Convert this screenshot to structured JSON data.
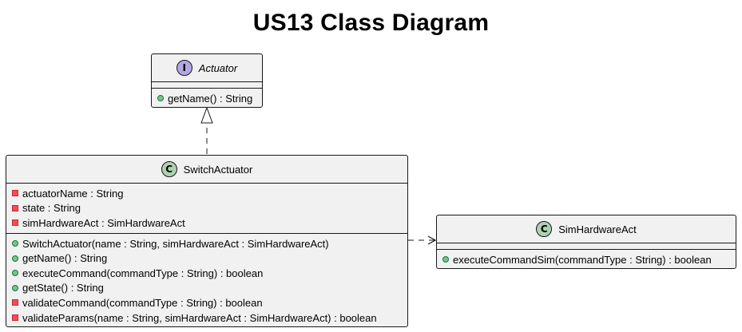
{
  "title": "US13 Class Diagram",
  "classes": {
    "actuator": {
      "kind": "interface",
      "badge": "I",
      "name": "Actuator",
      "fields": [],
      "methods": [
        {
          "visibility": "public",
          "text": "getName() : String"
        }
      ]
    },
    "switch_actuator": {
      "kind": "class",
      "badge": "C",
      "name": "SwitchActuator",
      "fields": [
        {
          "visibility": "private",
          "text": "actuatorName : String"
        },
        {
          "visibility": "private",
          "text": "state : String"
        },
        {
          "visibility": "private",
          "text": "simHardwareAct : SimHardwareAct"
        }
      ],
      "methods": [
        {
          "visibility": "public",
          "text": "SwitchActuator(name : String, simHardwareAct : SimHardwareAct)"
        },
        {
          "visibility": "public",
          "text": "getName() : String"
        },
        {
          "visibility": "public",
          "text": "executeCommand(commandType : String) : boolean"
        },
        {
          "visibility": "public",
          "text": "getState() : String"
        },
        {
          "visibility": "private",
          "text": "validateCommand(commandType : String) : boolean"
        },
        {
          "visibility": "private",
          "text": "validateParams(name : String, simHardwareAct : SimHardwareAct) : boolean"
        }
      ]
    },
    "sim_hardware_act": {
      "kind": "class",
      "badge": "C",
      "name": "SimHardwareAct",
      "fields": [],
      "methods": [
        {
          "visibility": "public",
          "text": "executeCommandSim(commandType : String) : boolean"
        }
      ]
    }
  },
  "relations": [
    {
      "from": "SwitchActuator",
      "to": "Actuator",
      "type": "realization"
    },
    {
      "from": "SwitchActuator",
      "to": "SimHardwareAct",
      "type": "dependency"
    }
  ],
  "colors": {
    "class_fill": "#f1f1f1",
    "border": "#181818",
    "class_badge": "#add1b2",
    "interface_badge": "#b4a7e5",
    "public_marker": "#84be84",
    "private_marker": "#f24d5c"
  }
}
